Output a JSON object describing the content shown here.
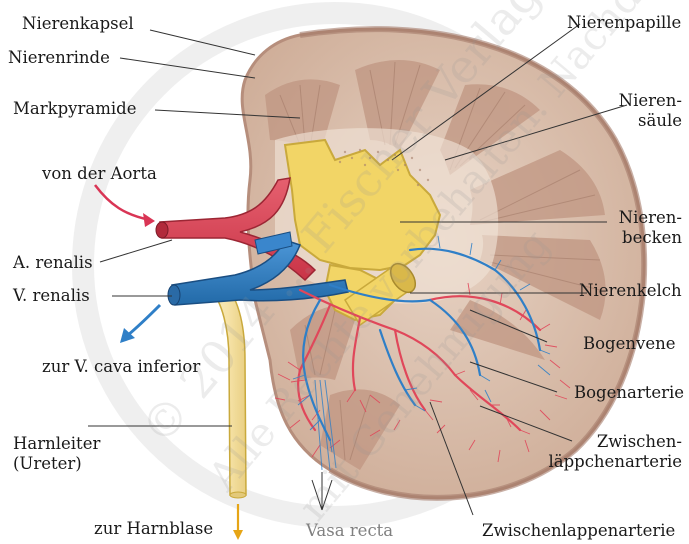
{
  "labels": {
    "nierenkapsel": "Nierenkapsel",
    "nierenrinde": "Nierenrinde",
    "markpyramide": "Markpyramide",
    "von_der_aorta": "von der Aorta",
    "a_renalis": "A. renalis",
    "v_renalis": "V. renalis",
    "zur_v_cava": "zur V. cava inferior",
    "harnleiter_1": "Harnleiter",
    "harnleiter_2": "(Ureter)",
    "zur_harnblase": "zur Harnblase",
    "vasa_recta": "Vasa recta",
    "nierenpapille": "Nierenpapille",
    "nierensaeule_1": "Nieren-",
    "nierensaeule_2": "säule",
    "nierenbecken_1": "Nieren-",
    "nierenbecken_2": "becken",
    "nierenkelch": "Nierenkelch",
    "bogenvene": "Bogenvene",
    "bogenarterie": "Bogenarterie",
    "zwischenlaeppchen_1": "Zwischen-",
    "zwischenlaeppchen_2": "läppchenarterie",
    "zwischenlappenarterie": "Zwischenlappenarterie"
  },
  "watermark": {
    "line1": "© 2014 ... Fischer Verlag",
    "line2": "Alle Rechte vorbehalten. Nachdruck",
    "line3": "mit Genehmigung"
  },
  "colors": {
    "capsule": "#c9a99a",
    "cortex": "#dcc4b4",
    "medulla": "#c8a893",
    "pelvis": "#f2d566",
    "artery": "#e0475a",
    "vein": "#2f7fc7",
    "ureter": "#f6e3a8",
    "arrow_in": "#d93555",
    "arrow_out": "#2f7fc7",
    "arrow_down": "#e6a516"
  }
}
